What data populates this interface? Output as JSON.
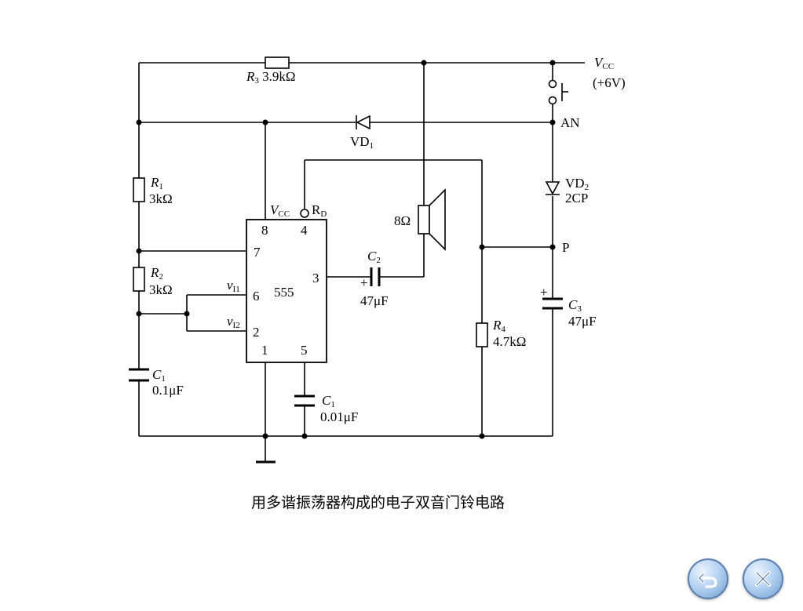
{
  "caption": "用多谐振荡器构成的电子双音门铃电路",
  "labels": {
    "vcc_top_main": "V",
    "vcc_top_sub": "CC",
    "vcc_value": "(+6V)",
    "an": "AN",
    "p": "P",
    "r3_name": "R",
    "r3_sub": "3",
    "r3_value": " 3.9kΩ",
    "vd1_name": "VD",
    "vd1_sub": "1",
    "vd2_name": "VD",
    "vd2_sub": "2",
    "vd2_type": "2CP",
    "r1_name": "R",
    "r1_sub": "1",
    "r1_value": "3kΩ",
    "r2_name": "R",
    "r2_sub": "2",
    "r2_value": "3kΩ",
    "c1_name": "C",
    "c1_sub": "1",
    "c1_value": "0.1μF",
    "c1b_name": "C",
    "c1b_sub": "1",
    "c1b_value": "0.01μF",
    "c2_name": "C",
    "c2_sub": "2",
    "c2_value": "47μF",
    "c2_plus": "+",
    "c3_name": "C",
    "c3_sub": "3",
    "c3_value": "47μF",
    "c3_plus": "+",
    "r4_name": "R",
    "r4_sub": "4",
    "r4_value": "4.7kΩ",
    "speaker_value": "8Ω",
    "ic_name": "555",
    "ic_vcc_main": "V",
    "ic_vcc_sub": "CC",
    "ic_rd_main": "R",
    "ic_rd_sub": "D",
    "pin8": "8",
    "pin4": "4",
    "pin7": "7",
    "pin6": "6",
    "pin2": "2",
    "pin3": "3",
    "pin1": "1",
    "pin5": "5",
    "vi1_main": "v",
    "vi1_sub": "I1",
    "vi2_main": "v",
    "vi2_sub": "I2"
  },
  "nav": {
    "back_icon": "return-arrow-icon",
    "close_icon": "close-x-icon"
  }
}
